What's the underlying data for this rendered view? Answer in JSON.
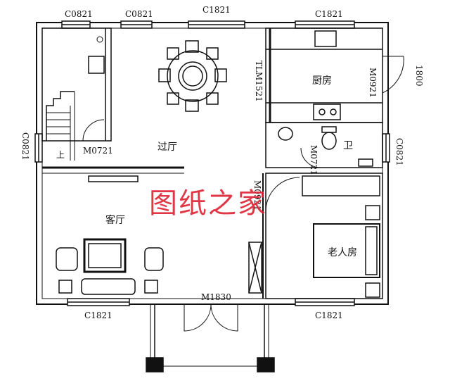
{
  "windows": {
    "top_left_1": "C0821",
    "top_left_2": "C0821",
    "top_mid": "C1821",
    "top_right": "C1821",
    "left_side": "C0821",
    "right_side": "C0821",
    "bottom_left": "C1821",
    "bottom_right": "C1821",
    "kitchen_tlm": "TLM1521"
  },
  "doors": {
    "stair_door": "M0721",
    "kitchen_door": "M0921",
    "bath_door": "M0721",
    "bedroom_door": "M0921",
    "entry_door": "M1830"
  },
  "dimensions": {
    "right_door_width": "1800"
  },
  "rooms": {
    "hall": "过厅",
    "kitchen": "厨房",
    "bath": "卫",
    "living": "客厅",
    "bedroom": "老人房",
    "stair_up": "上"
  },
  "watermark": "图纸之家"
}
